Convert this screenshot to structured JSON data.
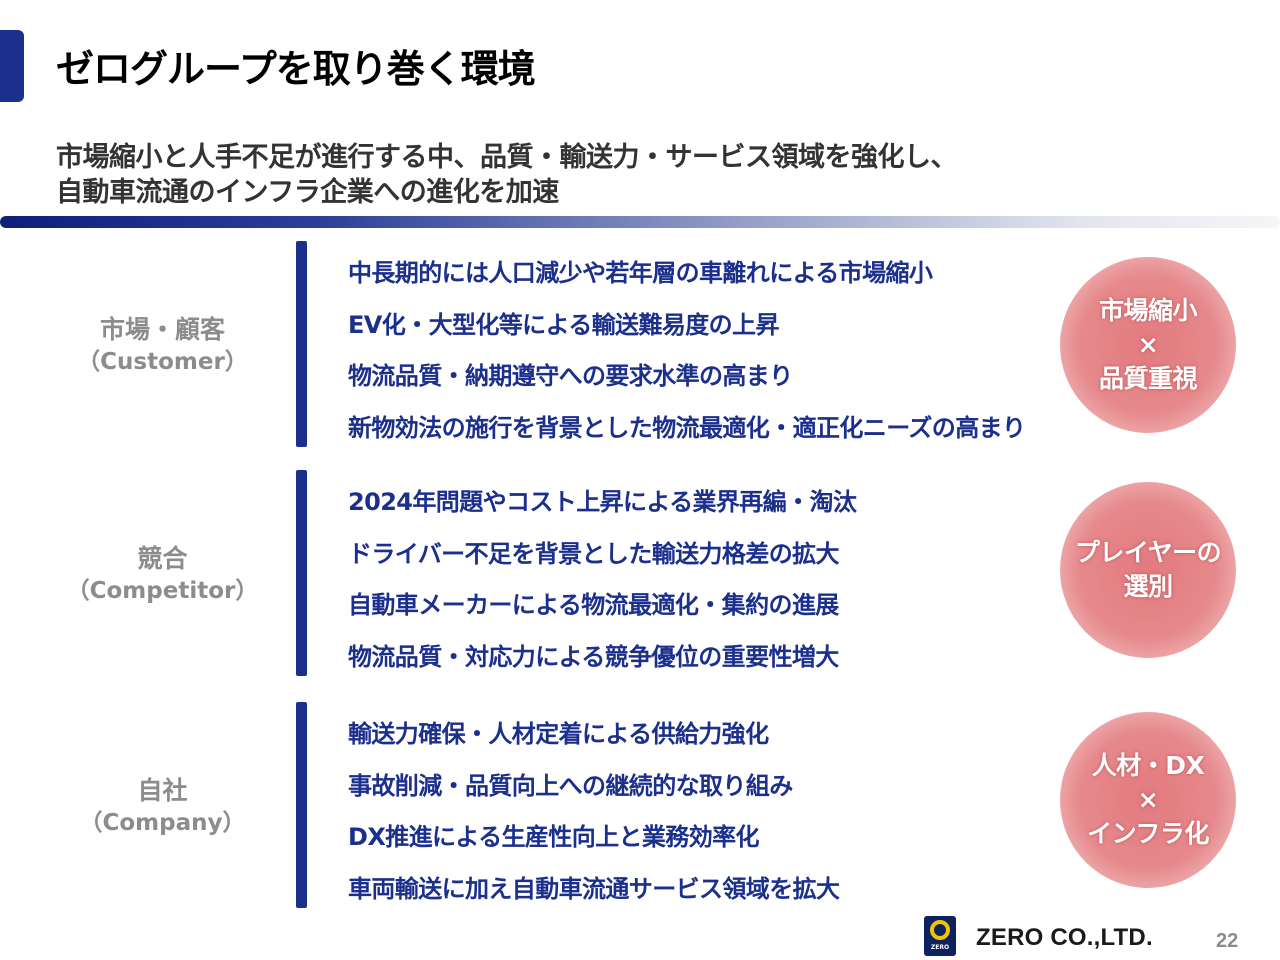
{
  "title": "ゼログループを取り巻く環境",
  "subtitle": {
    "line1": "市場縮小と人手不足が進行する中、品質・輸送力・サービス領域を強化し、",
    "line2": "自動車流通のインフラ企業への進化を加速"
  },
  "sections": [
    {
      "label_jp": "市場・顧客",
      "label_en": "（Customer）",
      "items": [
        "中長期的には人口減少や若年層の車離れによる市場縮小",
        "EV化・大型化等による輸送難易度の上昇",
        "物流品質・納期遵守への要求水準の高まり",
        "新物効法の施行を背景とした物流最適化・適正化ニーズの高まり"
      ],
      "badge": [
        "市場縮小",
        "×",
        "品質重視"
      ]
    },
    {
      "label_jp": "競合",
      "label_en": "（Competitor）",
      "items": [
        "2024年問題やコスト上昇による業界再編・淘汰",
        "ドライバー不足を背景とした輸送力格差の拡大",
        "自動車メーカーによる物流最適化・集約の進展",
        "物流品質・対応力による競争優位の重要性増大"
      ],
      "badge": [
        "プレイヤーの",
        "選別"
      ]
    },
    {
      "label_jp": "自社",
      "label_en": "（Company）",
      "items": [
        "輸送力確保・人材定着による供給力強化",
        "事故削減・品質向上への継続的な取り組み",
        "DX推進による生産性向上と業務効率化",
        "車両輸送に加え自動車流通サービス領域を拡大"
      ],
      "badge": [
        "人材・DX",
        "×",
        "インフラ化"
      ]
    }
  ],
  "footer": {
    "logo_text": "ZERO",
    "company": "ZERO CO.,LTD.",
    "page_number": "22"
  },
  "colors": {
    "accent": "#1b2f8c",
    "label_gray": "#8c8c8c",
    "badge": "#e27a7e"
  }
}
